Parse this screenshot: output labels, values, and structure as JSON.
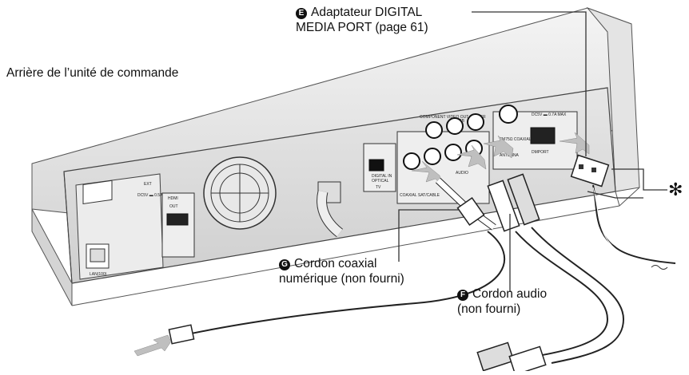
{
  "labels": {
    "rear_title": "Arrière de l’unité de commande",
    "adapter_badge": "E",
    "adapter_line1": "Adaptateur DIGITAL",
    "adapter_line2": "MEDIA PORT (page 61)",
    "coax_badge": "G",
    "coax_line1": "Cordon coaxial",
    "coax_line2": "numérique (non fourni)",
    "audio_badge": "F",
    "audio_line1": "Cordon audio",
    "audio_line2": "(non fourni)",
    "asterisk": "✻"
  },
  "panel_text": {
    "ext": "EXT",
    "dc_ext": "DC5V ▬ 0.5A MAX",
    "hdmi": "HDMI",
    "hdmi_out": "OUT",
    "lan": "LAN(100)",
    "component_video_out": "COMPONENT VIDEO OUT",
    "y": "Y",
    "pb_cb": "PB/CB",
    "pr_cr": "PR/CR",
    "digital_in": "DIGITAL IN",
    "optical": "OPTICAL",
    "tv": "TV",
    "coaxial_sat": "COAXIAL SAT/CABLE",
    "audio_in": "AUDIO",
    "fm_coaxial": "FM75Ω COAXIAL",
    "antenna": "ANTENNA",
    "dmport": "DMPORT",
    "dc_dmport": "DC5V ▬ 0.7A MAX"
  }
}
